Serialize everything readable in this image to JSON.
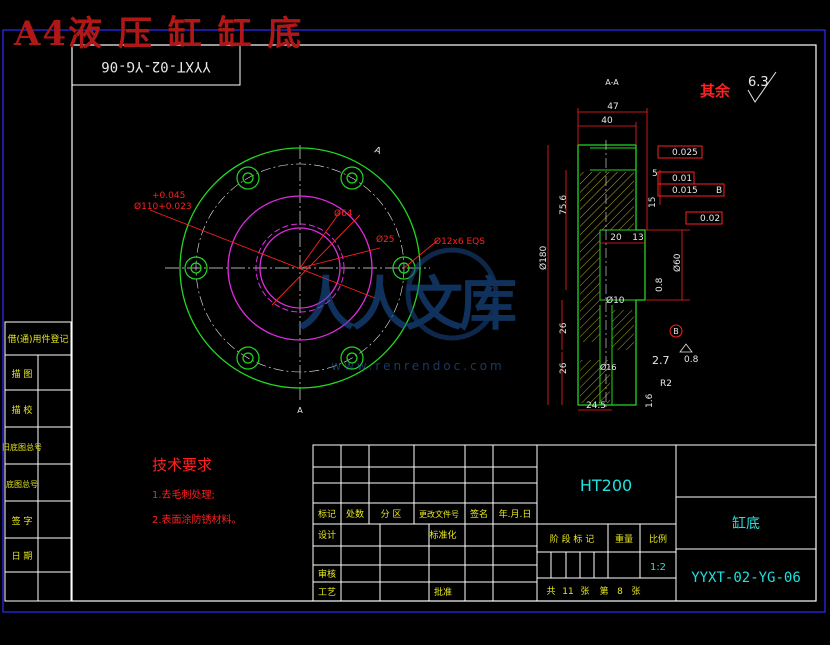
{
  "drawing_title": "A4液 压 缸 缸 底",
  "drawing_code_mirrored": "YYXT-02-YG-06",
  "section_label_top": "A-A",
  "cut_label_a": "A",
  "roughness_note": {
    "prefix": "其余",
    "value": "6.3"
  },
  "front_view": {
    "dim_fit": {
      "upper": "+0.045",
      "main": "Ø110+0.023"
    },
    "dim_d64": "Ø64",
    "dim_d25": "Ø25",
    "dim_holes": "Ø12x6 EQS"
  },
  "section_view": {
    "dims": {
      "d47": "47",
      "d40": "40",
      "tol_flat": "0.025",
      "tol_perp": "0.01",
      "tol_circ": "0.015",
      "tol_circ_ref": "B",
      "tol_flat2": "0.02",
      "d5": "5",
      "d15": "15",
      "d75_6": "75.6",
      "d180": "Ø180",
      "d20": "20",
      "d13": "13",
      "d60": "Ø60",
      "d0_8a": "0.8",
      "d10": "Ø10",
      "d26a": "26",
      "d26b": "26",
      "d16": "Ø16",
      "d2_7": "2.7",
      "d0_8b": "0.8",
      "r2": "R2",
      "d24_5": "24.5",
      "d1_6": "1.6",
      "datum_b": "B"
    }
  },
  "side_column": [
    "借(通)用件登记",
    "描 图",
    "描 校",
    "旧底图总号",
    "底图总号",
    "签 字",
    "日 期"
  ],
  "tech_req": {
    "title": "技术要求",
    "items": [
      "1.去毛刺处理;",
      "2.表面涂防锈材料。"
    ]
  },
  "title_block": {
    "material": "HT200",
    "part_name": "缸底",
    "drawing_no": "YYXT-02-YG-06",
    "headers": [
      "标记",
      "处数",
      "分 区",
      "更改文件号",
      "签名",
      "年.月.日"
    ],
    "design": "设计",
    "standardize": "标准化",
    "review": "审核",
    "process": "工艺",
    "approve": "批准",
    "stage_mark": "阶 段 标 记",
    "weight": "重量",
    "scale_label": "比例",
    "scale": "1:2",
    "total_label": "共",
    "total": "11",
    "total_unit": "张",
    "sheet_label": "第",
    "sheet": "8",
    "sheet_unit": "张"
  },
  "watermark": {
    "text": "人人文库",
    "url": "www.renrendoc.com"
  },
  "colors": {
    "frame": "#2d2dff",
    "border": "#ffffff",
    "green": "#22d822",
    "magenta": "#e02ce0",
    "red": "#ff2020",
    "cyan": "#20e0e0",
    "yellow": "#e8e820",
    "hatch": "#d8d820"
  }
}
